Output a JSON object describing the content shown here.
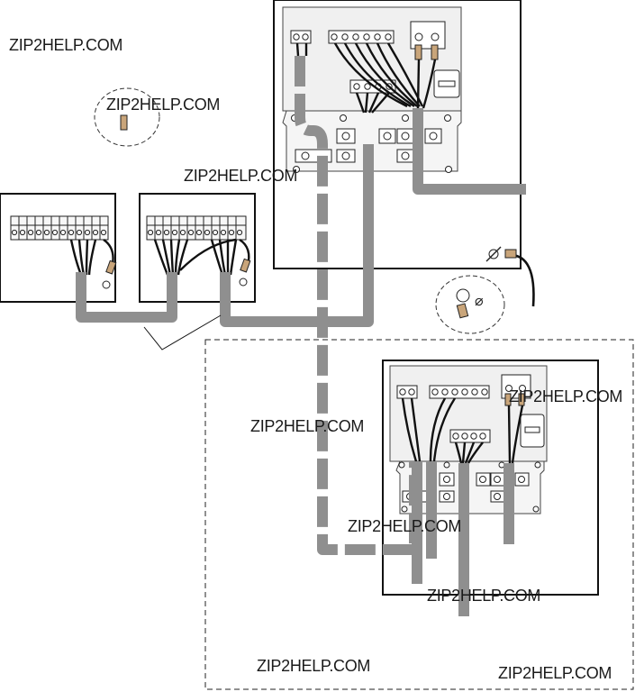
{
  "watermarks": [
    "ZIP2HELP.COM",
    "ZIP2HELP.COM",
    "ZIP2HELP.COM",
    "ZIP2HELP.COM",
    "ZIP2HELP.COM",
    "ZIP2HELP.COM",
    "ZIP2HELP.COM",
    "ZIP2HELP.COM",
    "ZIP2HELP.COM"
  ],
  "ground_symbol": "⌀",
  "colors": {
    "cable": "#8f8f8f",
    "box_panel": "#f0f0f0",
    "wire": "#111111",
    "lug": "#c9a57a"
  }
}
